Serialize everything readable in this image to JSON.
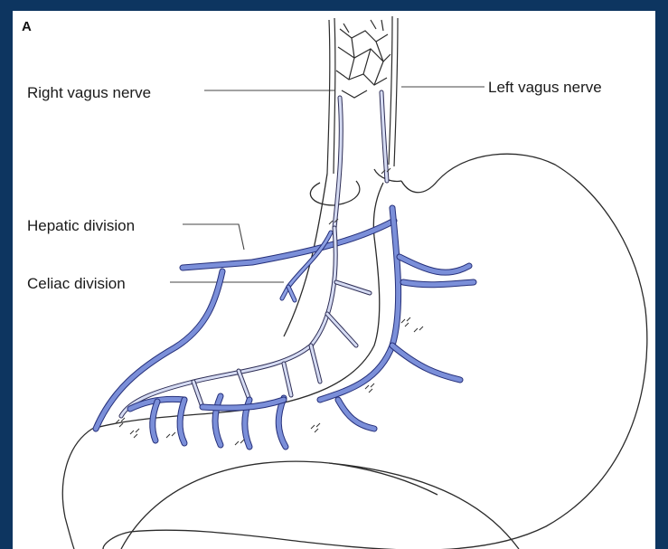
{
  "figure": {
    "panel_label": "A",
    "labels": {
      "right_vagus": "Right vagus nerve",
      "left_vagus": "Left vagus nerve",
      "hepatic": "Hepatic division",
      "celiac": "Celiac division"
    },
    "colors": {
      "background": "#0d3560",
      "nerve_dark": "#26307a",
      "nerve_light": "#7b8fd9",
      "nerve_pale": "#d6dcf3"
    }
  }
}
